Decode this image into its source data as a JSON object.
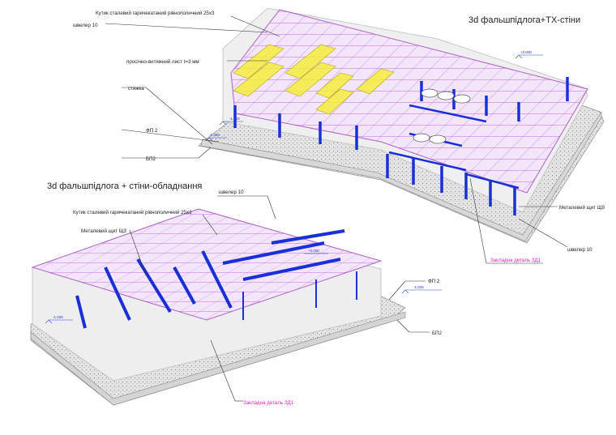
{
  "colors": {
    "floor_magenta": "#c070e0",
    "steel_blue": "#1a2fd8",
    "sheet_yellow": "#f3ec3c",
    "concrete_grey": "#c9c9c9",
    "dimension_blue": "#3345d0",
    "callout_magenta": "#e020c8"
  },
  "upper_drawing": {
    "title": "3d фальшпідлога+ТХ-стіни",
    "labels": {
      "corner_profile": "Кутик сталевий гарячекатаний рівнополичний 25х3",
      "channel_top": "швелер 10",
      "expanded_sheet": "просічно-витяжний лист t=3 мм",
      "screed": "стяжка",
      "fp2": "ФП 2",
      "bp2": "БП2",
      "metal_shield": "Металевий щит Щ9",
      "channel_bottom": "швелер 10",
      "embedded_part": "Закладна деталь ЗД1"
    },
    "levels": {
      "level_1": "-1.000",
      "level_2": "-1.325",
      "level_3": "+0.000"
    }
  },
  "lower_drawing": {
    "title": "3d фальшпідлога + стіни-обладнання",
    "labels": {
      "channel": "швелер 10",
      "corner_profile": "Кутик сталевий гарячекатаний рівнополичний 25х3",
      "metal_shield": "Металевий щит Щ3",
      "fp2": "ФП 2",
      "bp2": "БП2",
      "embedded_part": "Закладна деталь ЗД1"
    },
    "levels": {
      "level_1": "-1.325",
      "level_2": "-1.025",
      "level_3": "+0.000"
    }
  }
}
